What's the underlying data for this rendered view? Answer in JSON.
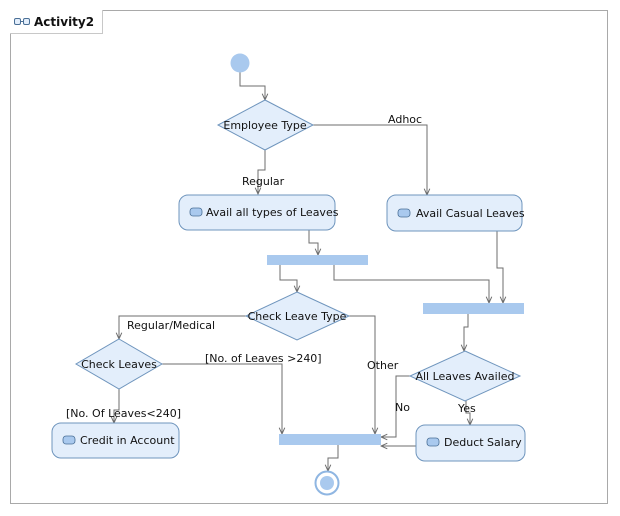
{
  "diagram": {
    "title": "Activity2",
    "title_icon": "activity-diagram-icon",
    "colors": {
      "node_fill": "#e3eefb",
      "node_stroke": "#6f95bd",
      "bar_fill": "#a9c9ee",
      "start_fill": "#a9c9ee",
      "edge": "#6d6d6d"
    },
    "nodes": {
      "employee_type": "Employee Type",
      "avail_all_leaves": "Avail all types of Leaves",
      "avail_casual_leaves": "Avail Casual Leaves",
      "check_leave_type": "Check Leave Type",
      "check_leaves": "Check Leaves",
      "all_leaves_availed": "All Leaves Availed",
      "credit_in_account": "Credit in Account",
      "deduct_salary": "Deduct Salary"
    },
    "edge_labels": {
      "adhoc": "Adhoc",
      "regular": "Regular",
      "regular_medical": "Regular/Medical",
      "leaves_gt_240": "[No. of Leaves >240]",
      "other": "Other",
      "leaves_lt_240": "[No. Of Leaves<240]",
      "no": "No",
      "yes": "Yes"
    }
  }
}
